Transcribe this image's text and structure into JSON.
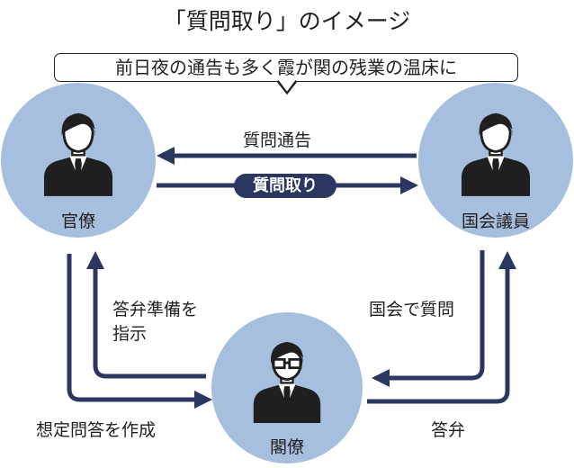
{
  "title": "「質問取り」のイメージ",
  "bubble_text": "前日夜の通告も多く霞が関の残業の温床に",
  "colors": {
    "circle_fill": "#a6bfdf",
    "arrow": "#2b3760",
    "text": "#231f20",
    "figure": "#1f1f1f"
  },
  "actors": {
    "bureaucrat": {
      "label": "官僚",
      "icon": "businessman-icon"
    },
    "diet_member": {
      "label": "国会議員",
      "icon": "businessman-icon"
    },
    "minister": {
      "label": "閣僚",
      "icon": "businessman-glasses-icon"
    }
  },
  "flows": {
    "question_notice": {
      "label": "質問通告",
      "from": "国会議員",
      "to": "官僚"
    },
    "question_taking": {
      "label": "質問取り",
      "from": "官僚",
      "to": "国会議員"
    },
    "instruct_prep": {
      "label_line1": "答弁準備を",
      "label_line2": "指示",
      "from": "閣僚",
      "to": "官僚"
    },
    "draft_answers": {
      "label": "想定問答を作成",
      "from": "官僚",
      "to": "閣僚"
    },
    "ask_in_diet": {
      "label": "国会で質問",
      "from": "国会議員",
      "to": "閣僚"
    },
    "answer": {
      "label": "答弁",
      "from": "閣僚",
      "to": "国会議員"
    }
  }
}
